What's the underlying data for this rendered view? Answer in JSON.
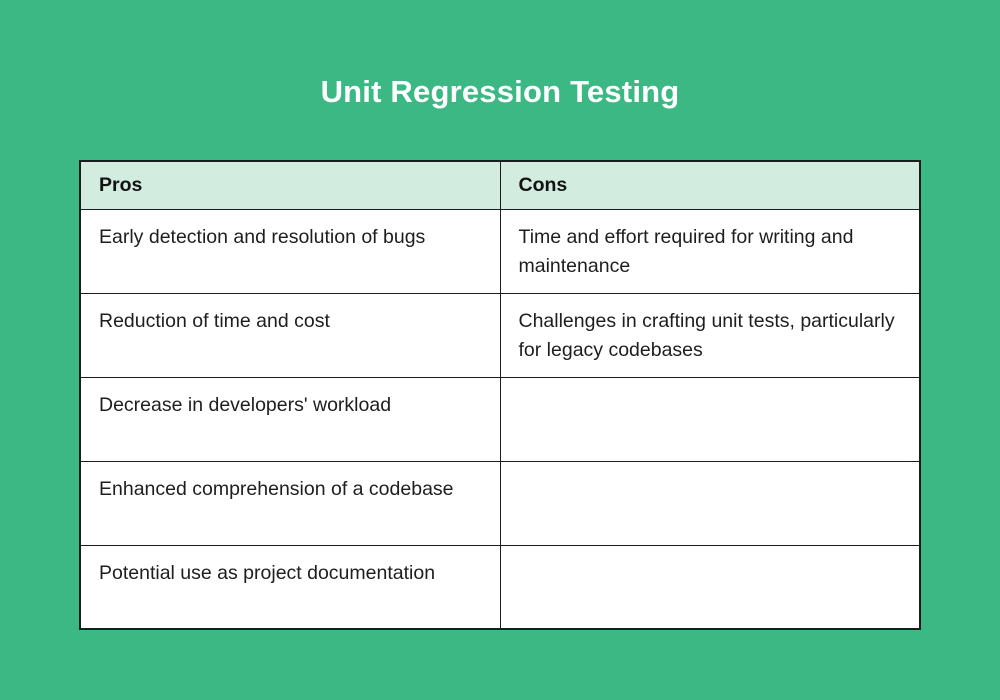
{
  "page": {
    "title": "Unit Regression Testing",
    "background_color": "#3cb884",
    "title_color": "#ffffff"
  },
  "table": {
    "header_background": "#d2ecdf",
    "cell_background": "#ffffff",
    "border_color": "#1c1c1c",
    "headers": [
      "Pros",
      "Cons"
    ],
    "rows": [
      [
        "Early detection and resolution of bugs",
        "Time and effort required for writing and maintenance"
      ],
      [
        "Reduction of time and cost",
        "Challenges in crafting unit tests, particularly for legacy codebases"
      ],
      [
        "Decrease in developers' workload",
        ""
      ],
      [
        "Enhanced comprehension of a codebase",
        ""
      ],
      [
        "Potential use as project documentation",
        ""
      ]
    ]
  }
}
